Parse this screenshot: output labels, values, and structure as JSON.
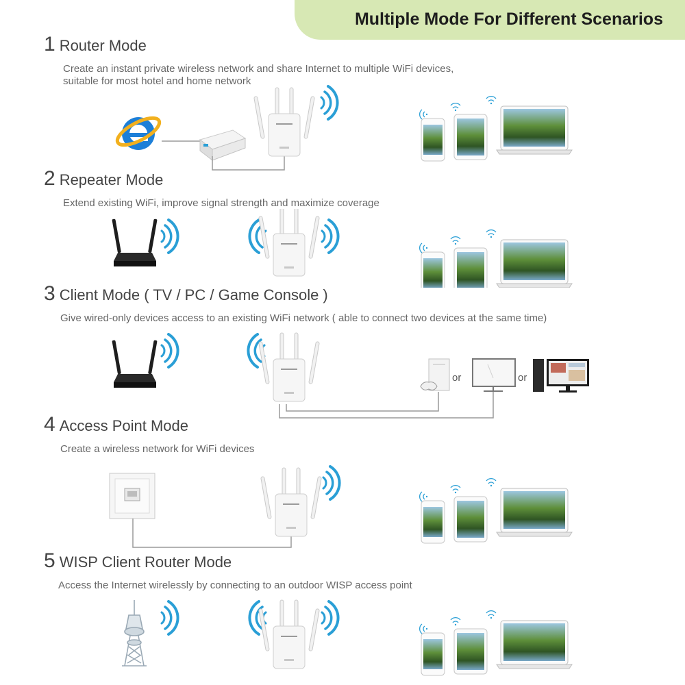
{
  "header": {
    "title": "Multiple Mode For Different Scenarios"
  },
  "modes": [
    {
      "number": "1",
      "name": "Router Mode",
      "description_lines": [
        "Create an instant private wireless network and share Internet to multiple WiFi devices,",
        "suitable for most hotel and home network"
      ]
    },
    {
      "number": "2",
      "name": "Repeater Mode",
      "description_lines": [
        "Extend existing WiFi, improve signal strength and maximize coverage"
      ]
    },
    {
      "number": "3",
      "name": "Client Mode ( TV / PC / Game Console )",
      "description_lines": [
        "Give wired-only devices access to an existing WiFi network ( able to connect two devices at the same time)"
      ]
    },
    {
      "number": "4",
      "name": "Access Point Mode",
      "description_lines": [
        "Create a wireless network for WiFi devices"
      ]
    },
    {
      "number": "5",
      "name": "WISP Client Router Mode",
      "description_lines": [
        "Access the Internet wirelessly by connecting to an outdoor WISP access point"
      ]
    }
  ],
  "client_mode": {
    "separator_1": "or",
    "separator_2": "or"
  },
  "icons": [
    "internet-explorer-icon",
    "modem-icon",
    "repeater-icon",
    "wifi-signal-icon",
    "phone-icon",
    "tablet-icon",
    "laptop-icon",
    "router-icon",
    "game-console-icon",
    "tv-icon",
    "desktop-pc-icon",
    "ethernet-wall-socket-icon",
    "transmission-tower-icon"
  ],
  "colors": {
    "banner": "#d7e8b4",
    "signal": "#2a9fd6",
    "ie_blue": "#1d7fd8",
    "ie_ring": "#f2b01e"
  }
}
